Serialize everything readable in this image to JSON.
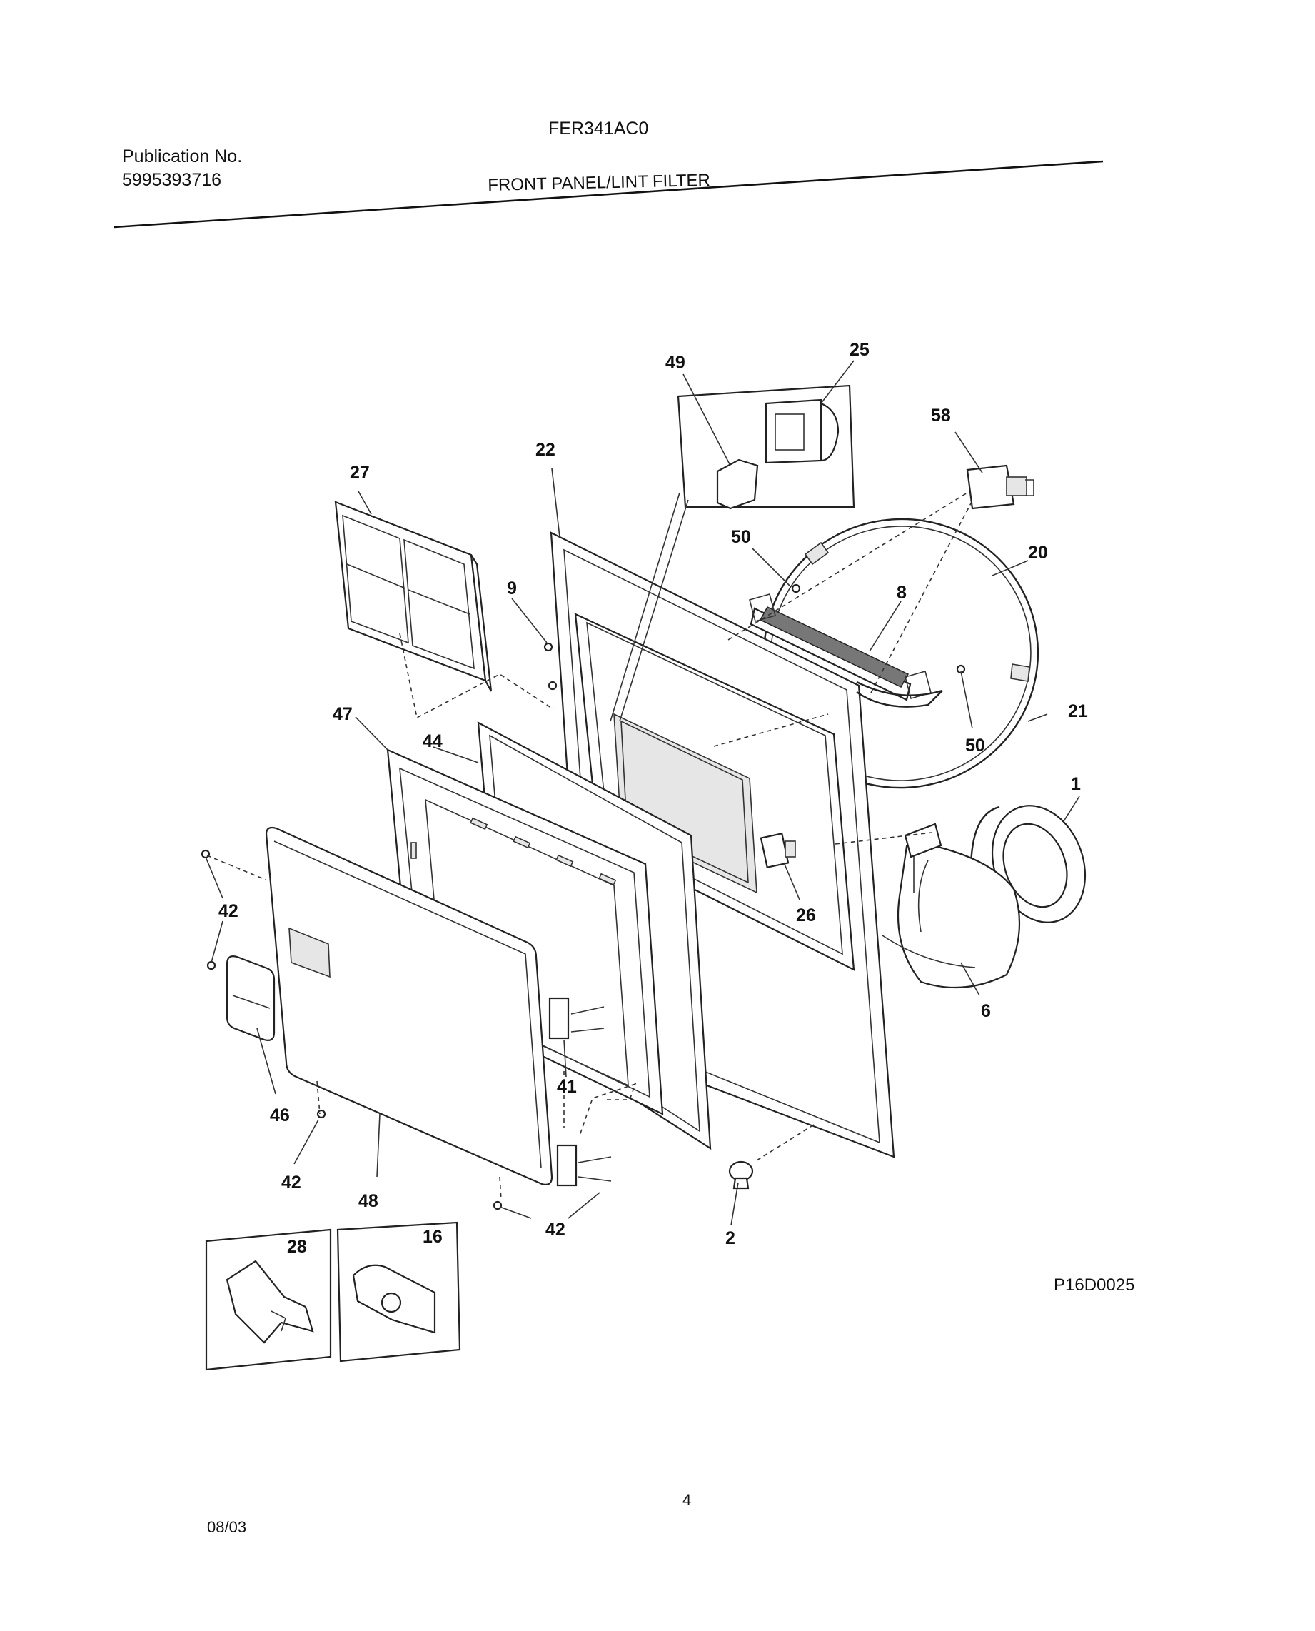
{
  "header": {
    "model": "FER341AC0",
    "publication_label": "Publication No.",
    "publication_number": "5995393716",
    "section_title": "FRONT PANEL/LINT FILTER"
  },
  "diagram": {
    "id": "P16D0025",
    "callouts": {
      "c1": "1",
      "c2": "2",
      "c6": "6",
      "c8": "8",
      "c9": "9",
      "c16": "16",
      "c20": "20",
      "c21": "21",
      "c22": "22",
      "c25": "25",
      "c26": "26",
      "c27": "27",
      "c28": "28",
      "c41": "41",
      "c42a": "42",
      "c42b": "42",
      "c42c": "42",
      "c44": "44",
      "c46": "46",
      "c47": "47",
      "c48": "48",
      "c49": "49",
      "c50a": "50",
      "c50b": "50",
      "c58": "58"
    }
  },
  "footer": {
    "page_number": "4",
    "date": "08/03"
  }
}
